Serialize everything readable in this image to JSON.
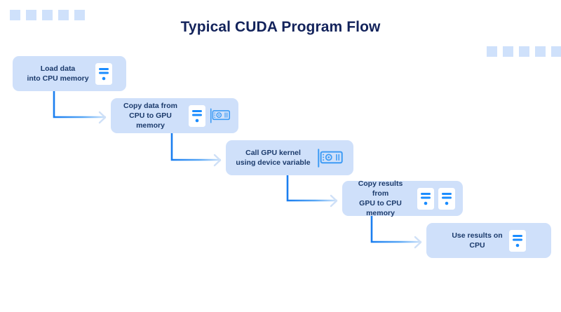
{
  "page": {
    "title": "Typical CUDA Program Flow",
    "background": "#ffffff",
    "title_color": "#13235b",
    "box_fill": "#cfe0fa",
    "box_text_color": "#1b3a6b",
    "accent_blue": "#1a8cff",
    "connector_color": "#1a7ef0",
    "decor_color": "#cfe1fb"
  },
  "decor": {
    "top_left_squares": 5,
    "top_right_squares": 5
  },
  "flow": {
    "steps": [
      {
        "id": "load-data",
        "label": "Load data\ninto CPU memory",
        "icons": [
          "cpu-icon"
        ]
      },
      {
        "id": "copy-host-to-device",
        "label": "Copy data from\nCPU to GPU memory",
        "icons": [
          "cpu-icon",
          "gpu-icon"
        ]
      },
      {
        "id": "call-kernel",
        "label": "Call GPU kernel\nusing device variable",
        "icons": [
          "gpu-icon"
        ]
      },
      {
        "id": "copy-device-to-host",
        "label": "Copy results from\nGPU to CPU memory",
        "icons": [
          "cpu-icon",
          "cpu-icon"
        ]
      },
      {
        "id": "use-results",
        "label": "Use results on\nCPU",
        "icons": [
          "cpu-icon"
        ]
      }
    ],
    "connectors": [
      {
        "from": "load-data",
        "to": "copy-host-to-device"
      },
      {
        "from": "copy-host-to-device",
        "to": "call-kernel"
      },
      {
        "from": "call-kernel",
        "to": "copy-device-to-host"
      },
      {
        "from": "copy-device-to-host",
        "to": "use-results"
      }
    ]
  }
}
